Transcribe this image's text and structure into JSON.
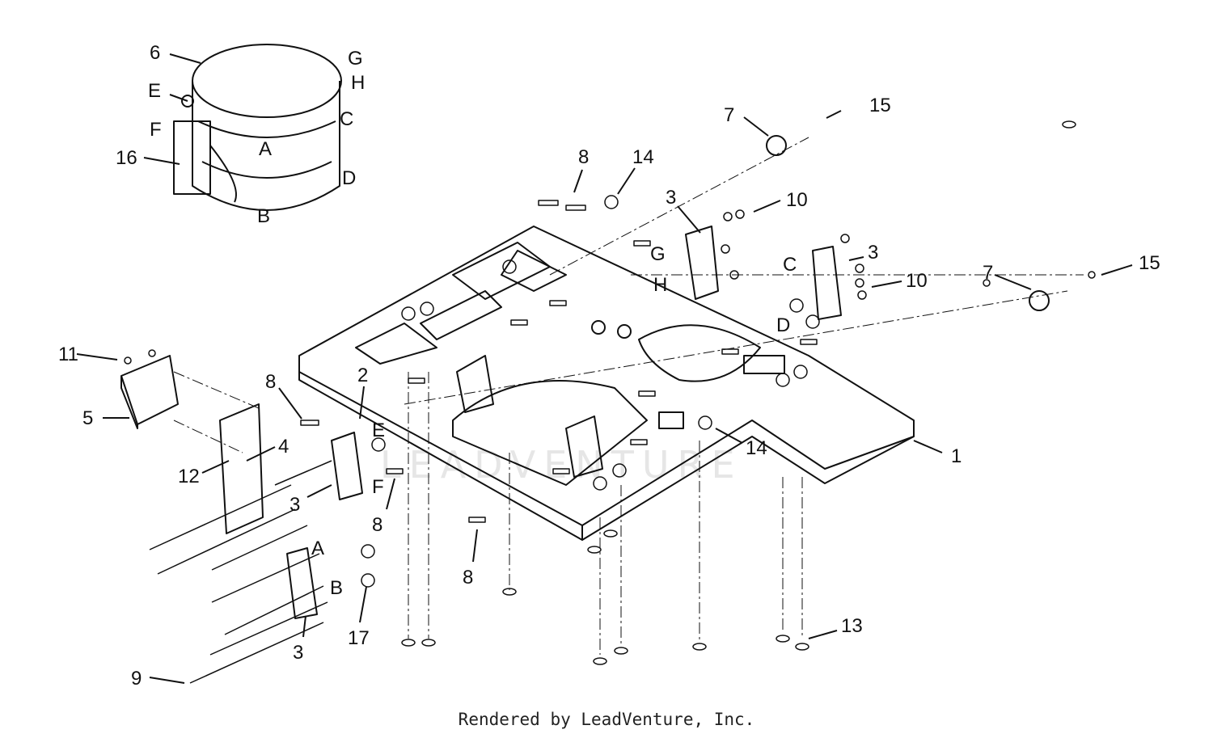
{
  "watermark": "LEADVENTURE",
  "footer": "Rendered by LeadVenture, Inc.",
  "callouts": [
    {
      "text": "6"
    },
    {
      "text": "G"
    },
    {
      "text": "E"
    },
    {
      "text": "H"
    },
    {
      "text": "C"
    },
    {
      "text": "F"
    },
    {
      "text": "16"
    },
    {
      "text": "A"
    },
    {
      "text": "D"
    },
    {
      "text": "B"
    },
    {
      "text": "7"
    },
    {
      "text": "15"
    },
    {
      "text": "8"
    },
    {
      "text": "14"
    },
    {
      "text": "3"
    },
    {
      "text": "10"
    },
    {
      "text": "G"
    },
    {
      "text": "H"
    },
    {
      "text": "C"
    },
    {
      "text": "3"
    },
    {
      "text": "7"
    },
    {
      "text": "15"
    },
    {
      "text": "10"
    },
    {
      "text": "D"
    },
    {
      "text": "11"
    },
    {
      "text": "2"
    },
    {
      "text": "8"
    },
    {
      "text": "5"
    },
    {
      "text": "E"
    },
    {
      "text": "4"
    },
    {
      "text": "12"
    },
    {
      "text": "3"
    },
    {
      "text": "F"
    },
    {
      "text": "8"
    },
    {
      "text": "14"
    },
    {
      "text": "1"
    },
    {
      "text": "A"
    },
    {
      "text": "B"
    },
    {
      "text": "8"
    },
    {
      "text": "17"
    },
    {
      "text": "3"
    },
    {
      "text": "13"
    },
    {
      "text": "9"
    }
  ]
}
